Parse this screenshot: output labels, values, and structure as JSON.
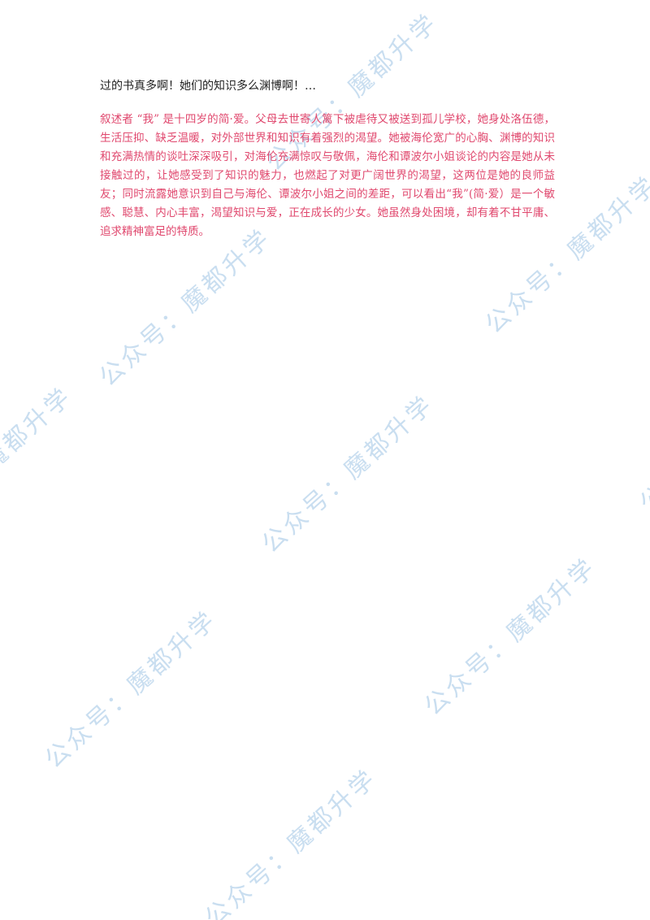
{
  "document": {
    "first_line": "过的书真多啊！她们的知识多么渊博啊！…",
    "paragraph": "叙述者 “我” 是十四岁的简·爱。父母去世寄人篱下被虐待又被送到孤儿学校，她身处洛伍德，生活压抑、缺乏温暖，对外部世界和知识有着强烈的渴望。她被海伦宽广的心胸、渊博的知识和充满热情的谈吐深深吸引，对海伦充满惊叹与敬佩，海伦和谭波尔小姐谈论的内容是她从未接触过的，让她感受到了知识的魅力，也燃起了对更广阔世界的渴望，这两位是她的良师益友；同时流露她意识到自己与海伦、谭波尔小姐之间的差距，可以看出“我”(简·爱）是一个敏感、聪慧、内心丰富，渴望知识与爱，正在成长的少女。她虽然身处困境，却有着不甘平庸、追求精神富足的特质。",
    "watermark_text": "公众号：魔都升学"
  },
  "colors": {
    "body_text": "#222222",
    "answer_text": "#e0486e",
    "watermark": "#b8d4ec"
  }
}
